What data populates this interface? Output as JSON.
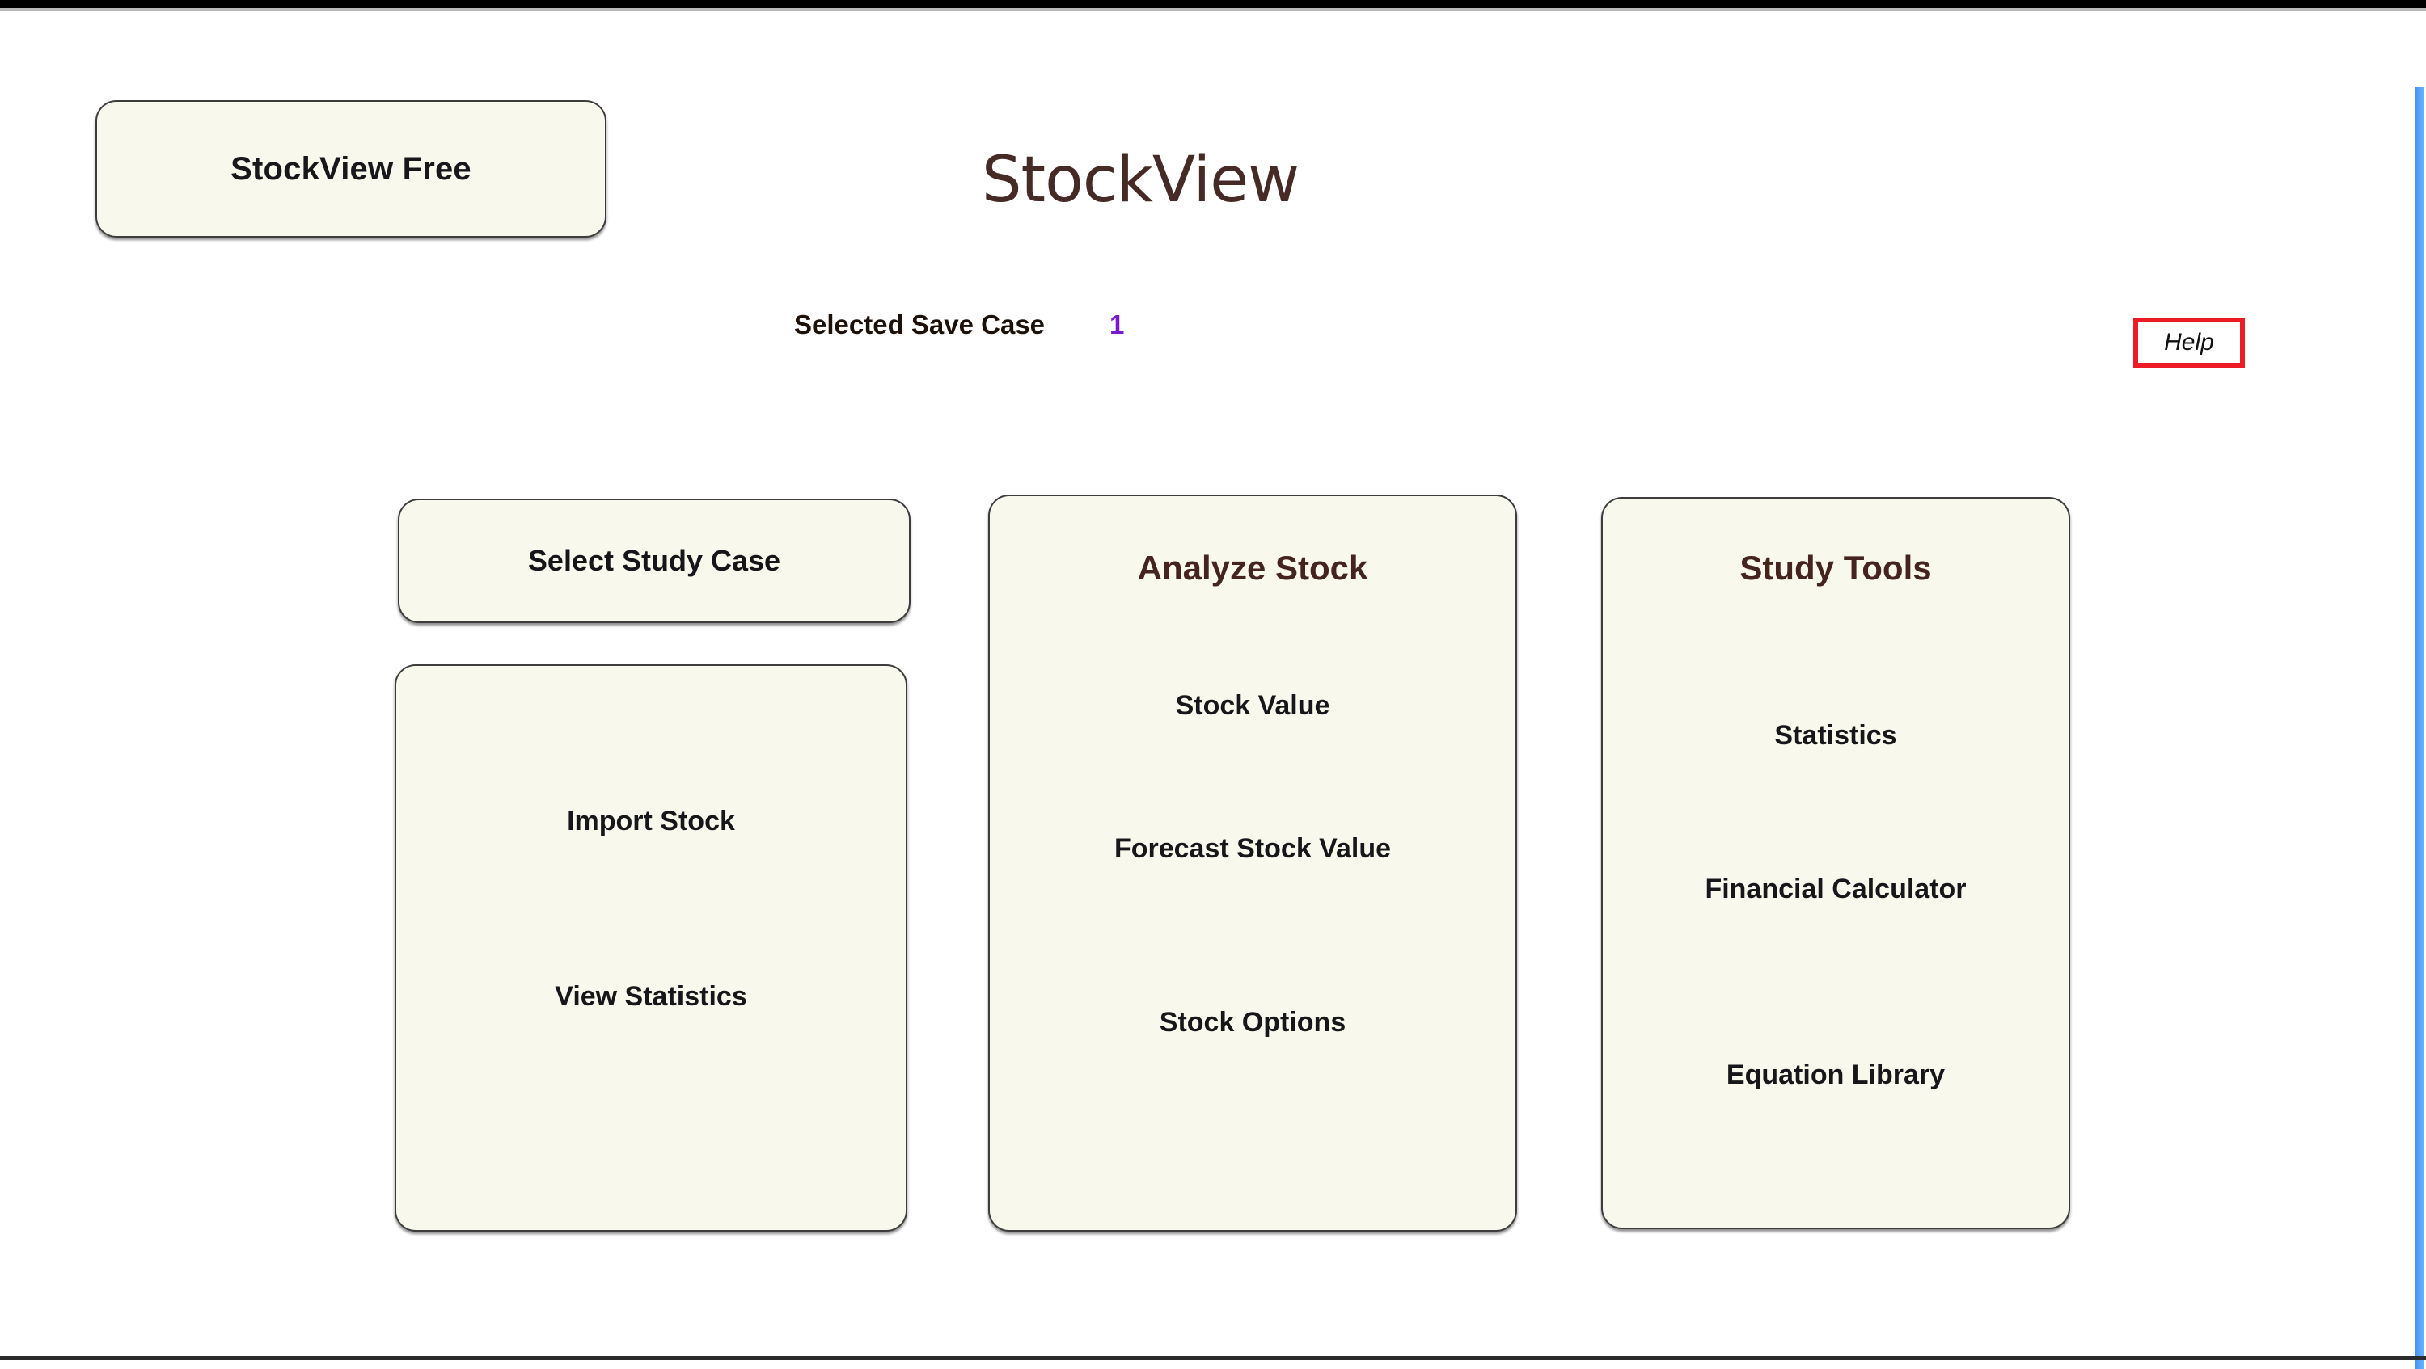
{
  "window": {
    "accent_blue": "#55a6fa",
    "card_background": "#f8f9ec",
    "card_border": "#3d3d3d",
    "heading_color": "#45231f",
    "highlight_purple": "#7a17cf",
    "help_border_red": "#ed1c24"
  },
  "header": {
    "brand_badge_label": "StockView Free",
    "app_title": "StockView",
    "save_case_label": "Selected Save Case",
    "save_case_value": "1",
    "help_label": "Help"
  },
  "left_column": {
    "select_study_case_label": "Select Study Case",
    "items": [
      {
        "label": "Import Stock"
      },
      {
        "label": "View Statistics"
      }
    ]
  },
  "analyze_stock": {
    "heading": "Analyze Stock",
    "items": [
      {
        "label": "Stock Value"
      },
      {
        "label": "Forecast Stock Value"
      },
      {
        "label": "Stock Options"
      }
    ]
  },
  "study_tools": {
    "heading": "Study Tools",
    "items": [
      {
        "label": "Statistics"
      },
      {
        "label": "Financial Calculator"
      },
      {
        "label": "Equation Library"
      }
    ]
  }
}
